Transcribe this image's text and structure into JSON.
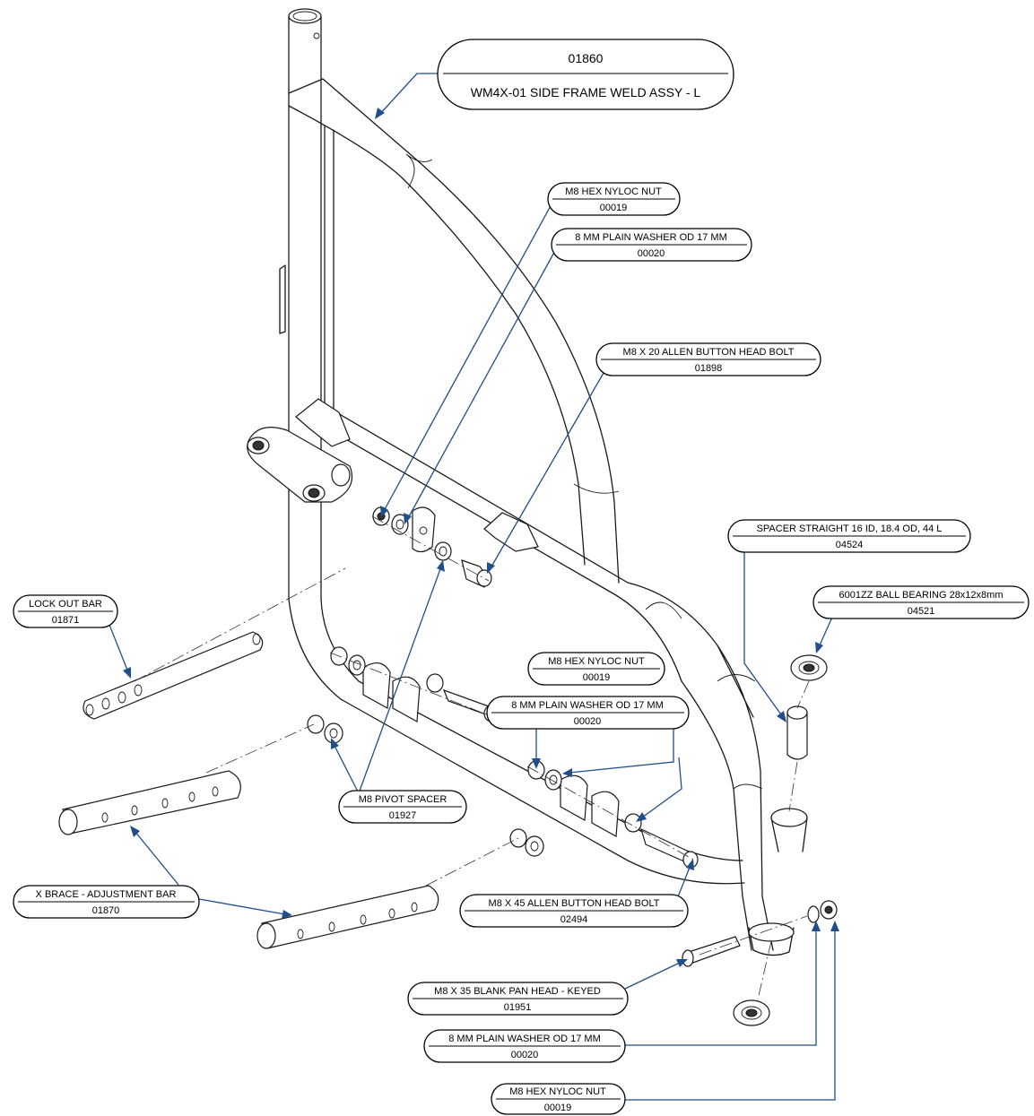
{
  "callouts": {
    "side_frame": {
      "number": "01860",
      "name": "WM4X-01 SIDE FRAME WELD ASSY - L"
    },
    "nut_upper": {
      "name": "M8 HEX NYLOC NUT",
      "number": "00019"
    },
    "washer_upper": {
      "name": "8 MM PLAIN WASHER OD 17 MM",
      "number": "00020"
    },
    "bolt_20": {
      "name": "M8 X 20 ALLEN BUTTON HEAD BOLT",
      "number": "01898"
    },
    "spacer_straight": {
      "name": "SPACER STRAIGHT 16 ID, 18.4 OD, 44 L",
      "number": "04524"
    },
    "bearing": {
      "name": "6001ZZ BALL BEARING 28x12x8mm",
      "number": "04521"
    },
    "lock_out_bar": {
      "name": "LOCK OUT BAR",
      "number": "01871"
    },
    "nut_mid": {
      "name": "M8 HEX NYLOC NUT",
      "number": "00019"
    },
    "washer_mid": {
      "name": "8 MM PLAIN WASHER OD 17 MM",
      "number": "00020"
    },
    "pivot_spacer": {
      "name": "M8 PIVOT SPACER",
      "number": "01927"
    },
    "x_brace": {
      "name": "X BRACE - ADJUSTMENT BAR",
      "number": "01870"
    },
    "bolt_45": {
      "name": "M8 X 45 ALLEN BUTTON HEAD BOLT",
      "number": "02494"
    },
    "pan_head": {
      "name": "M8 X 35 BLANK PAN HEAD - KEYED",
      "number": "01951"
    },
    "washer_lower": {
      "name": "8 MM PLAIN WASHER OD 17 MM",
      "number": "00020"
    },
    "nut_lower": {
      "name": "M8 HEX NYLOC NUT",
      "number": "00019"
    }
  },
  "colors": {
    "leader": "#1f4e8a",
    "line": "#1a1a1a",
    "background": "#ffffff"
  }
}
